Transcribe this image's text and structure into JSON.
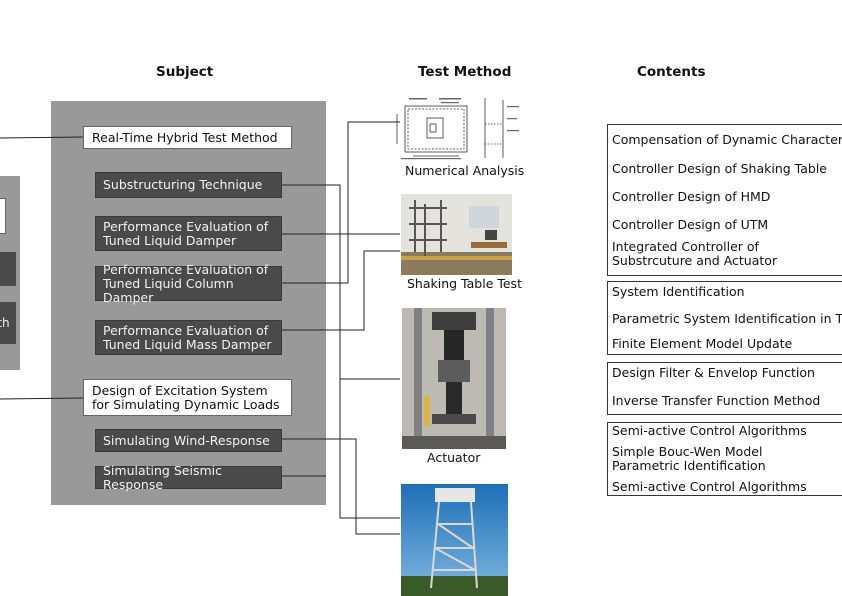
{
  "headers": {
    "subject": "Subject",
    "test_method": "Test Method",
    "contents": "Contents"
  },
  "left_panel": {
    "partial_label": "ith"
  },
  "subject": {
    "rthtm": "Real-Time Hybrid Test Method",
    "items": [
      "Substructuring Technique",
      "Performance Evaluation of\nTuned Liquid Damper",
      "Performance Evaluation of\nTuned Liquid Column Damper",
      "Performance Evaluation of\nTuned Liquid Mass Damper"
    ],
    "excitation": "Design of Excitation System\nfor Simulating Dynamic Loads",
    "items2": [
      "Simulating Wind-Response",
      "Simulating Seismic Response"
    ]
  },
  "test_method": {
    "captions": [
      "Numerical Analysis",
      "Shaking Table Test",
      "Actuator"
    ]
  },
  "contents": {
    "group1": [
      "Compensation of Dynamic Characteristics",
      "Controller Design of Shaking Table",
      "Controller Design of HMD",
      "Controller Design of UTM",
      "Integrated Controller of\nSubstrcuture and Actuator"
    ],
    "group2": [
      "System Identification",
      "Parametric System Identification in Time-",
      "Finite Element Model Update"
    ],
    "group3": [
      "Design Filter & Envelop Function",
      "Inverse Transfer Function Method"
    ],
    "group4": [
      "Semi-active Control Algorithms",
      "Simple Bouc-Wen Model\nParametric Identification",
      "Semi-active Control Algorithms"
    ]
  },
  "colors": {
    "panel": "#999999",
    "dark_box": "#4a4a4a",
    "line": "#222222"
  }
}
